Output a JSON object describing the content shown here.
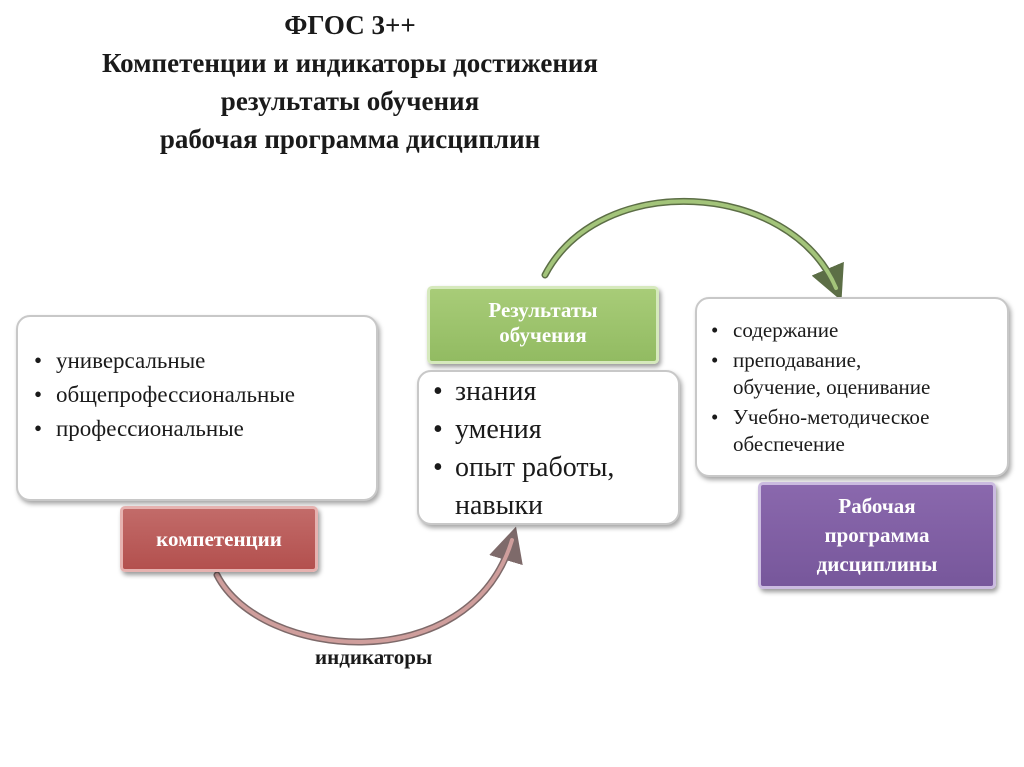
{
  "title": {
    "lines": [
      "ФГОС 3++",
      "Компетенции и индикаторы достижения",
      "результаты обучения",
      "рабочая программа дисциплин"
    ]
  },
  "competencies_panel": {
    "items": [
      "универсальные",
      "общепрофессиональные",
      "профессиональные"
    ]
  },
  "competencies_tag": {
    "label": "компетенции"
  },
  "results_tag": {
    "label": "Результаты\nобучения"
  },
  "results_panel": {
    "items": [
      "знания",
      "умения",
      "опыт работы,\nнавыки"
    ]
  },
  "program_panel": {
    "items": [
      "содержание",
      "преподавание,\nобучение, оценивание",
      "Учебно-методическое\nобеспечение"
    ]
  },
  "program_tag": {
    "label": "Рабочая\nпрограмма\nдисциплины"
  },
  "indicators_label": "индикаторы",
  "colors": {
    "competencies": "#b3504e",
    "results": "#92bb62",
    "program": "#77579b",
    "arrow_bottom": "#cf9e9c",
    "arrow_top": "#a3c47a"
  }
}
